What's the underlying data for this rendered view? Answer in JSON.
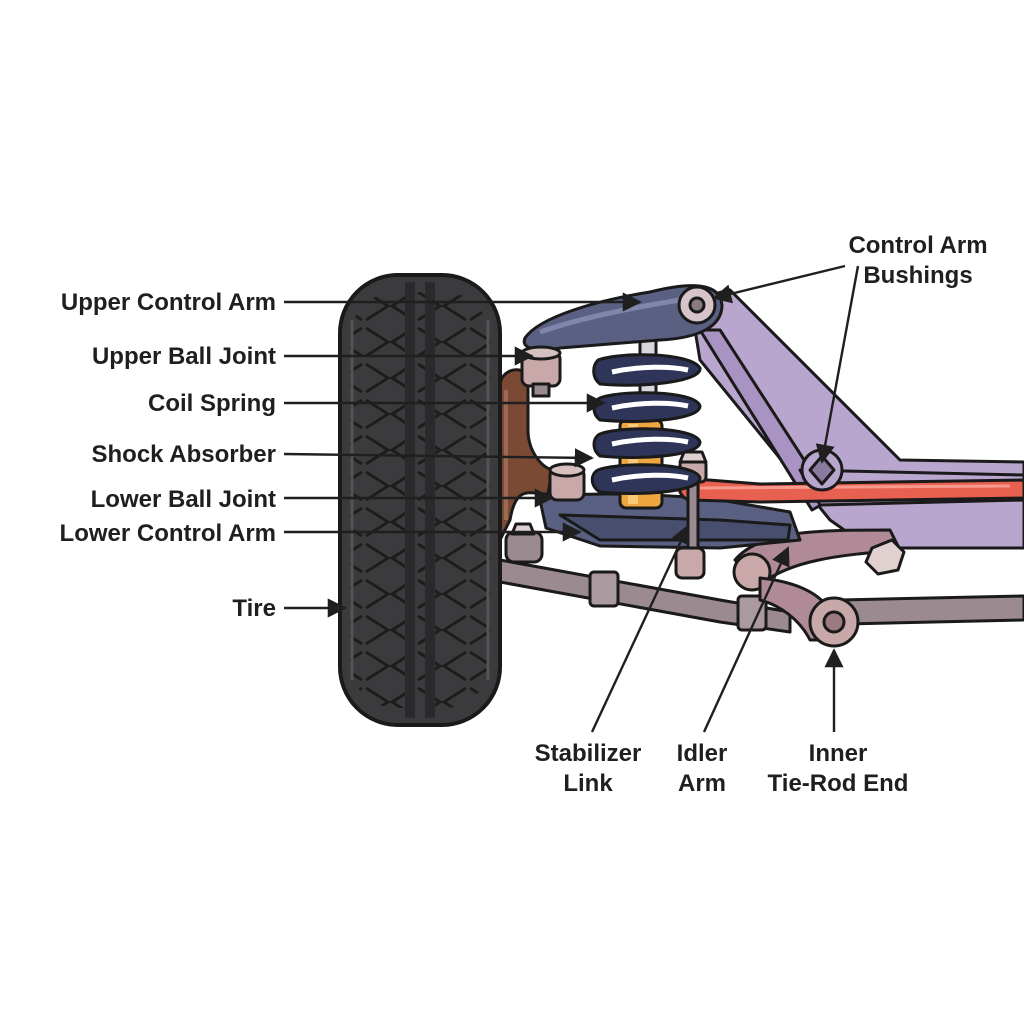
{
  "labels": {
    "upper_control_arm": "Upper Control Arm",
    "upper_ball_joint": "Upper Ball Joint",
    "coil_spring": "Coil Spring",
    "shock_absorber": "Shock Absorber",
    "lower_ball_joint": "Lower Ball Joint",
    "lower_control_arm": "Lower Control Arm",
    "tire": "Tire",
    "control_arm_bushings": [
      "Control Arm",
      "Bushings"
    ],
    "stabilizer_link": [
      "Stabilizer",
      "Link"
    ],
    "idler_arm": [
      "Idler",
      "Arm"
    ],
    "inner_tie_rod_end": [
      "Inner",
      "Tie-Rod End"
    ]
  },
  "colors": {
    "frame": "#b9a6cf",
    "control_arm": "#5a6082",
    "coil_spring": "#2f3559",
    "shock_absorber": "#f0a640",
    "knuckle": "#7a4a34",
    "stabilizer_bar": "#e8604f",
    "joint": "#c8a8a8",
    "tire": "#3b3b3d",
    "tie_rod": "#8c7a80",
    "outline": "#1a1a1a"
  }
}
